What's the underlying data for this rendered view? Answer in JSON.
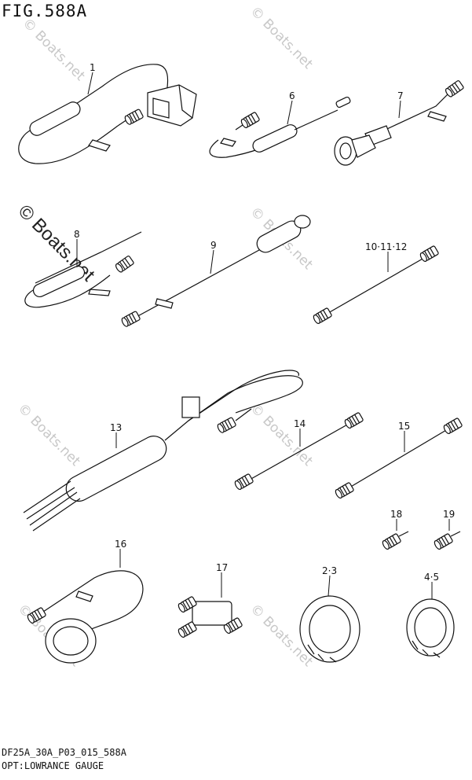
{
  "figure": {
    "title": "FIG.588A",
    "code": "DF25A_30A_P03_015_588A",
    "caption": "OPT:LOWRANCE GAUGE",
    "watermark": "© Boats.net"
  },
  "parts": [
    {
      "ref": "1"
    },
    {
      "ref": "6"
    },
    {
      "ref": "7"
    },
    {
      "ref": "8"
    },
    {
      "ref": "9"
    },
    {
      "ref": "10·11·12"
    },
    {
      "ref": "13"
    },
    {
      "ref": "14"
    },
    {
      "ref": "15"
    },
    {
      "ref": "16"
    },
    {
      "ref": "17"
    },
    {
      "ref": "18"
    },
    {
      "ref": "19"
    },
    {
      "ref": "2·3"
    },
    {
      "ref": "4·5"
    }
  ],
  "colors": {
    "line": "#111111",
    "watermark": "#c8c8c8",
    "background": "#ffffff"
  }
}
